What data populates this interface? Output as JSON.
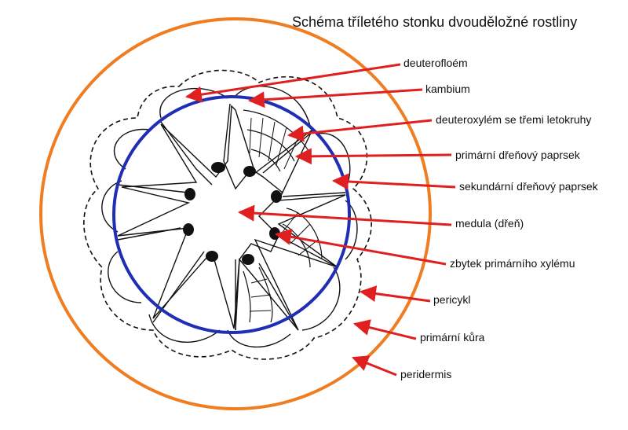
{
  "title": "Schéma tříletého stonku dvouděložné rostliny",
  "labels": {
    "deuterofloem": "deuterofloém",
    "kambium": "kambium",
    "deuteroxylem": "deuteroxylém se třemi letokruhy",
    "primarni_paprsek": "primární dřeňový paprsek",
    "sekundarni_paprsek": "sekundární dřeňový paprsek",
    "medula": "medula (dřeň)",
    "zbytek_xylemu": "zbytek primárního xylému",
    "pericykl": "pericykl",
    "primarni_kura": "primární kůra",
    "peridermis": "peridermis"
  },
  "colors": {
    "periderm_ring": "#ef7d22",
    "cambium_ring": "#1f2fb4",
    "arrows": "#e02020",
    "ink": "#111111"
  }
}
